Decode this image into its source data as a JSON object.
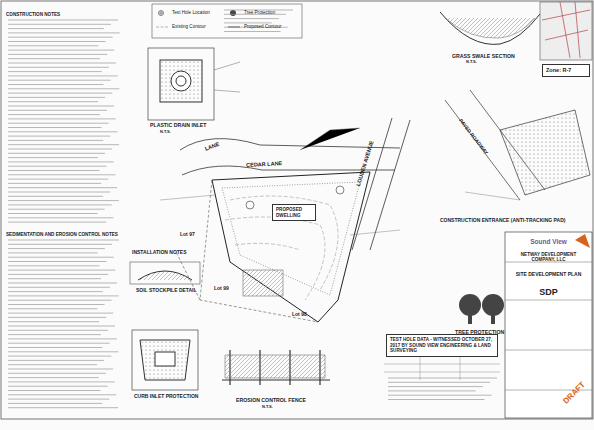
{
  "diagram": {
    "nodes": [
      {
        "text": [
          "Zone: R-7"
        ]
      },
      {
        "text": [
          "TEST HOLE DATA - WITNESSED OCTOBER 27, 2017 BY SOUND VIEW ENGINEERING & LAND SURVEYING"
        ]
      },
      {
        "text": [
          "PROPOSED DWELLING"
        ]
      },
      {
        "text": [
          "Sound View",
          "NETWAY DEVELOPMENT COMPANY, LLC",
          "SITE DEVELOPMENT PLAN",
          "SDP"
        ]
      }
    ],
    "labels": [
      "PLASTIC DRAIN INLET",
      "GRASS SWALE SECTION",
      "PAVED ROADWAY",
      "CONSTRUCTION ENTRANCE (ANTI-TRACKING PAD)",
      "CEDAR LANE",
      "LOUDEN AVENUE",
      "LANE",
      "Lot 98",
      "Lot 99",
      "Lot 97",
      "EROSION CONTROL FENCE",
      "TREE PROTECTION",
      "SOIL STOCKPILE DETAIL",
      "INSTALLATION NOTES",
      "CURB INLET PROTECTION",
      "DRAFT",
      "SEDIMENTATION AND EROSION CONTROL NOTES",
      "CONSTRUCTION NOTES",
      "N.T.S.",
      "N.T.S.",
      "N.T.S."
    ],
    "legend": [
      {
        "text": "Test Hole Location"
      },
      {
        "text": "Tree Protection"
      },
      {
        "text": "Existing Contour"
      },
      {
        "text": "Proposed Contour"
      }
    ]
  }
}
